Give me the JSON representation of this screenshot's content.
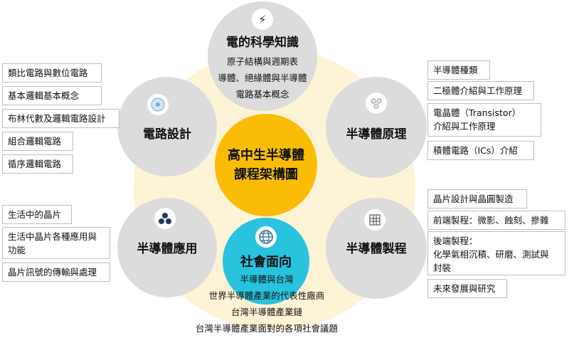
{
  "center": {
    "line1": "高中生半導體",
    "line2": "課程架構圖"
  },
  "top": {
    "title": "電的科學知識",
    "icon": "lightning-icon",
    "items": [
      "原子結構與週期表",
      "導體、絕緣體與半導體",
      "電路基本概念"
    ]
  },
  "left_top": {
    "title": "電路設計",
    "icon": "circuit-icon",
    "items": [
      "類比電路與數位電路",
      "基本邏輯基本概念",
      "布林代數及邏輯電路設計",
      "組合邏輯電路",
      "循序邏輯電路"
    ]
  },
  "right_top": {
    "title": "半導體原理",
    "icon": "molecule-icon",
    "items": [
      "半導體種類",
      "二極體介紹與工作原理",
      "電晶體（Transistor）",
      "介紹與工作原理",
      "積體電路（ICs）介紹"
    ]
  },
  "left_bottom": {
    "title": "半導體應用",
    "icon": "cluster-icon",
    "items": [
      "生活中的晶片",
      "生活中晶片各種應用與",
      "功能",
      "晶片訊號的傳輸與處理"
    ]
  },
  "right_bottom": {
    "title": "半導體製程",
    "icon": "chip-icon",
    "items": [
      "晶片設計與晶圓製造",
      "前端製程：微影、蝕刻、摻雜",
      "後端製程：",
      "化學氣相沉積、研磨、測試與",
      "封裝",
      "未來發展與研究"
    ]
  },
  "bottom": {
    "title": "社會面向",
    "icon": "globe-icon",
    "items": [
      "半導體與台灣",
      "世界半導體產業的代表性廠商",
      "台灣半導體產業鏈",
      "台灣半導體產業面對的各項社會議題"
    ]
  }
}
